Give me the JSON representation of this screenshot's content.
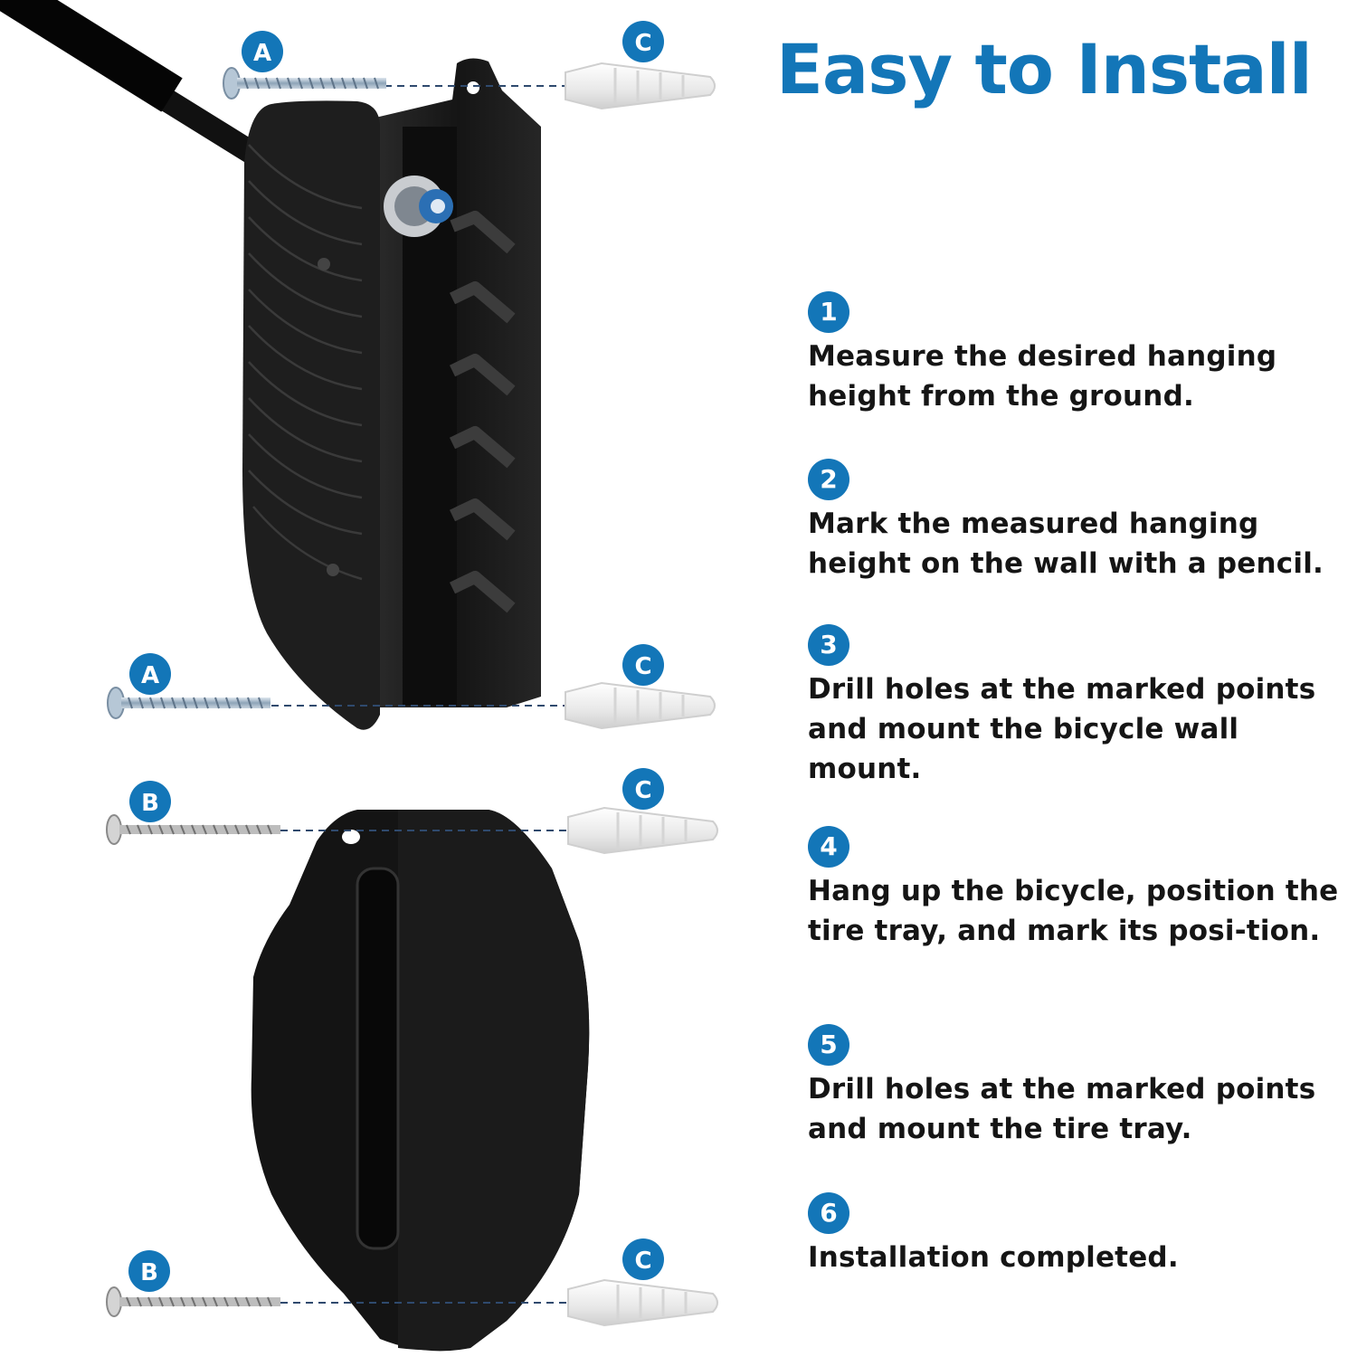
{
  "title": "Easy to Install",
  "colors": {
    "accent": "#1376b8",
    "product": "#1d1d1d",
    "text": "#151515"
  },
  "labels": {
    "screw_a": "A",
    "screw_b": "B",
    "anchor_c": "C"
  },
  "steps": [
    {
      "num": "1",
      "text": "Measure the desired hanging height from the ground."
    },
    {
      "num": "2",
      "text": "Mark the measured hanging height on the wall with a pencil."
    },
    {
      "num": "3",
      "text": "Drill holes at the marked points and mount the bicycle wall mount."
    },
    {
      "num": "4",
      "text": "Hang up the bicycle, position the tire tray, and mark its posi-tion."
    },
    {
      "num": "5",
      "text": "Drill holes at the marked points and mount the tire tray."
    },
    {
      "num": "6",
      "text": "Installation completed."
    }
  ]
}
